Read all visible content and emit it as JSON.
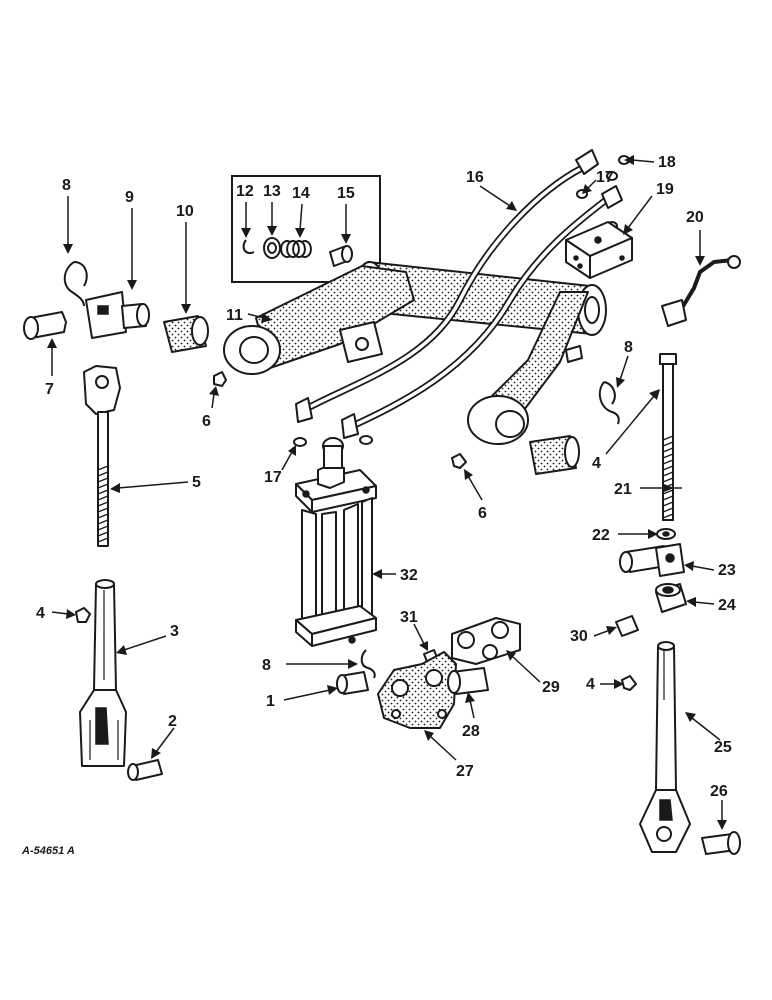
{
  "drawing_number": "A-54651 A",
  "part_labels": [
    "1",
    "2",
    "3",
    "4",
    "4",
    "4",
    "5",
    "6",
    "6",
    "7",
    "8",
    "8",
    "8",
    "9",
    "10",
    "11",
    "12",
    "13",
    "14",
    "15",
    "16",
    "17",
    "17",
    "18",
    "19",
    "20",
    "21",
    "22",
    "23",
    "24",
    "25",
    "26",
    "27",
    "28",
    "29",
    "30",
    "31",
    "32"
  ],
  "colors": {
    "ink": "#1a1a1a",
    "paper": "#ffffff"
  }
}
